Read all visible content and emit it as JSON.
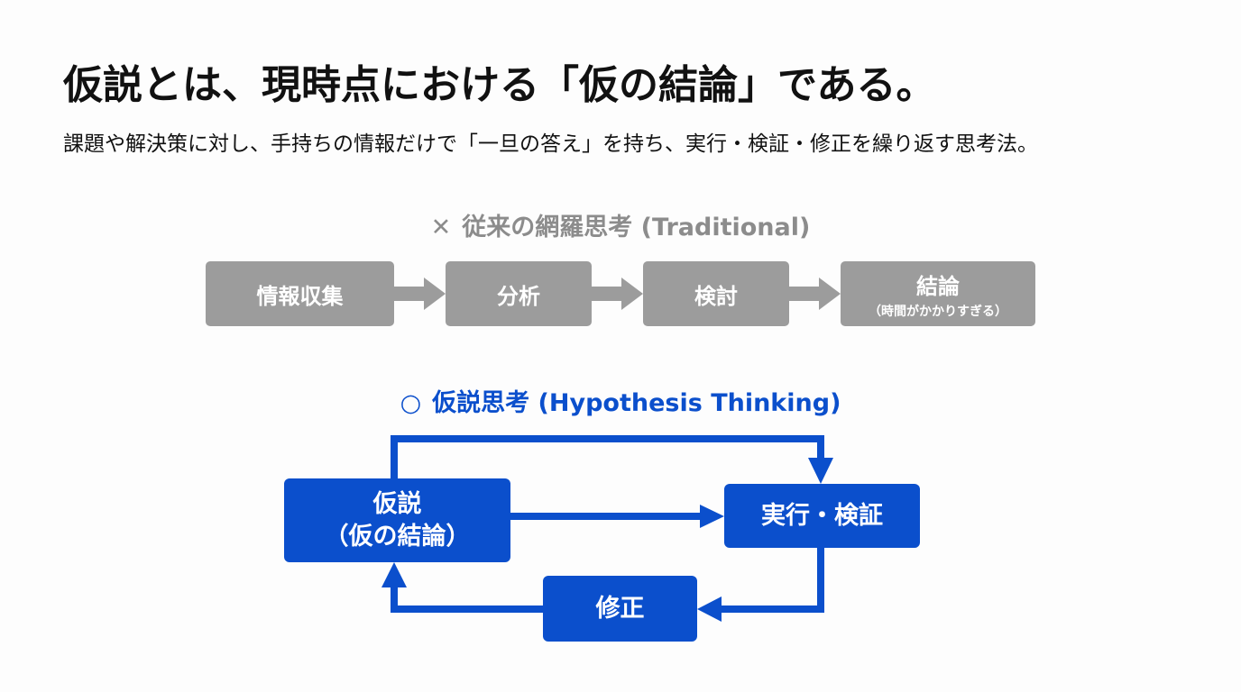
{
  "title": "仮説とは、現時点における「仮の結論」である。",
  "subtitle": "課題や解決策に対し、手持ちの情報だけで「一旦の答え」を持ち、実行・検証・修正を繰り返す思考法。",
  "traditional": {
    "mark": "✕",
    "heading": "従来の網羅思考 (Traditional)",
    "steps": [
      {
        "label": "情報収集"
      },
      {
        "label": "分析"
      },
      {
        "label": "検討"
      },
      {
        "label": "結論",
        "note": "（時間がかかりすぎる）"
      }
    ]
  },
  "hypothesis": {
    "mark": "○",
    "heading": "仮説思考 (Hypothesis Thinking)",
    "nodes": {
      "hypothesis_line1": "仮説",
      "hypothesis_line2": "（仮の結論）",
      "execute": "実行・検証",
      "revise": "修正"
    }
  },
  "colors": {
    "blue": "#0b4fcc",
    "gray": "#9c9c9c",
    "gray_text": "#8c8c8c"
  }
}
